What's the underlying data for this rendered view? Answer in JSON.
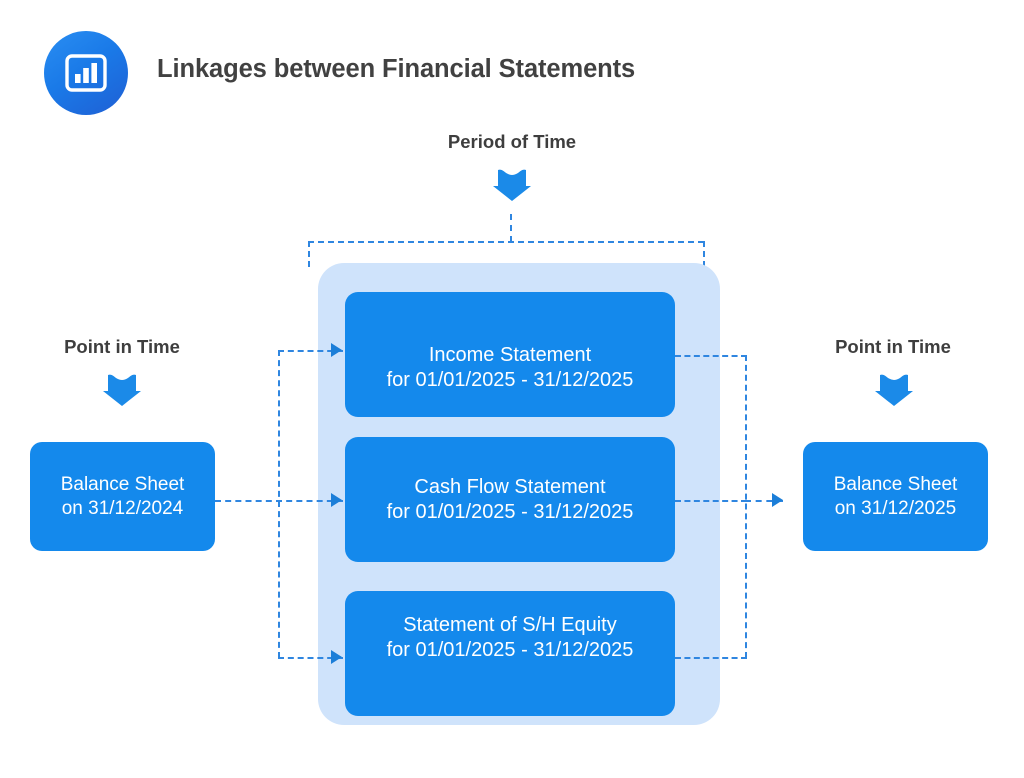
{
  "header": {
    "title": "Linkages between Financial Statements",
    "logo_icon": "bar-chart-icon",
    "logo_color": "#1f7ae6",
    "title_color": "#414141"
  },
  "colors": {
    "page_background": "#ffffff",
    "box_blue": "#1489ec",
    "panel_blue": "#cfe3fb",
    "dashed_line": "#2f86e0",
    "arrow_blue": "#1b7ed8",
    "label_text": "#3e3e3e",
    "box_text": "#ffffff"
  },
  "labels": {
    "period_of_time": "Period of Time",
    "point_in_time_left": "Point in Time",
    "point_in_time_right": "Point in Time"
  },
  "icons": {
    "period_arrow": "arrow-down-icon",
    "point_left_arrow": "arrow-down-icon",
    "point_right_arrow": "arrow-down-icon"
  },
  "balance_sheets": {
    "left": {
      "line1": "Balance Sheet",
      "line2": "on 31/12/2024"
    },
    "right": {
      "line1": "Balance Sheet",
      "line2": "on 31/12/2025"
    }
  },
  "statements": [
    {
      "id": "income-statement",
      "line1": "Income Statement",
      "line2": "for 01/01/2025 - 31/12/2025"
    },
    {
      "id": "cash-flow-statement",
      "line1": "Cash Flow Statement",
      "line2": "for 01/01/2025 - 31/12/2025"
    },
    {
      "id": "statement-of-sh-equity",
      "line1": "Statement of S/H Equity",
      "line2": "for 01/01/2025 - 31/12/2025"
    }
  ]
}
